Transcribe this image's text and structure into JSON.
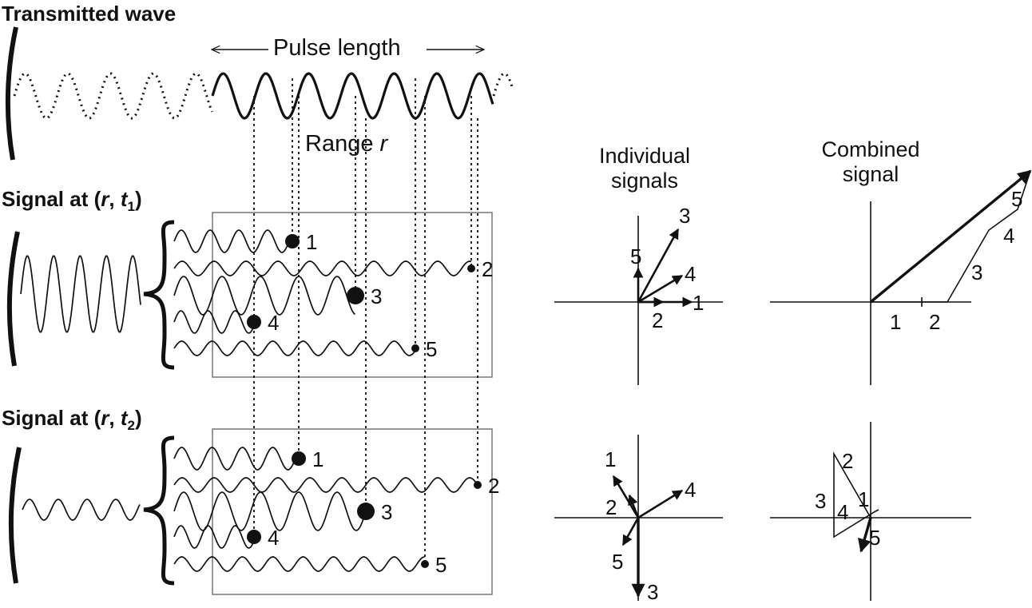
{
  "titles": {
    "transmitted": "Transmitted wave",
    "signal_t1": {
      "prefix": "Signal at (",
      "r": "r",
      "sep": ", ",
      "t": "t",
      "sub": "1",
      "suffix": ")"
    },
    "signal_t2": {
      "prefix": "Signal at (",
      "r": "r",
      "sep": ", ",
      "t": "t",
      "sub": "2",
      "suffix": ")"
    }
  },
  "labels": {
    "pulse_length": "Pulse length",
    "range_text": "Range ",
    "range_var": "r",
    "individual_signals": [
      "Individual",
      "signals"
    ],
    "combined_signal": [
      "Combined",
      "signal"
    ]
  },
  "scatterers_t1": [
    {
      "id": "1",
      "size": "large"
    },
    {
      "id": "2",
      "size": "small"
    },
    {
      "id": "3",
      "size": "xlarge"
    },
    {
      "id": "4",
      "size": "large"
    },
    {
      "id": "5",
      "size": "small"
    }
  ],
  "scatterers_t2": [
    {
      "id": "1",
      "size": "large"
    },
    {
      "id": "2",
      "size": "small"
    },
    {
      "id": "3",
      "size": "xlarge"
    },
    {
      "id": "4",
      "size": "large"
    },
    {
      "id": "5",
      "size": "small"
    }
  ],
  "phasors_t1": {
    "individual_labels": [
      "5",
      "3",
      "4",
      "1",
      "2"
    ],
    "combined_labels": [
      "5",
      "4",
      "3",
      "1",
      "2"
    ]
  },
  "phasors_t2": {
    "individual_labels": [
      "1",
      "2",
      "4",
      "5",
      "3"
    ],
    "combined_labels": [
      "2",
      "1",
      "3",
      "4",
      "5"
    ]
  }
}
